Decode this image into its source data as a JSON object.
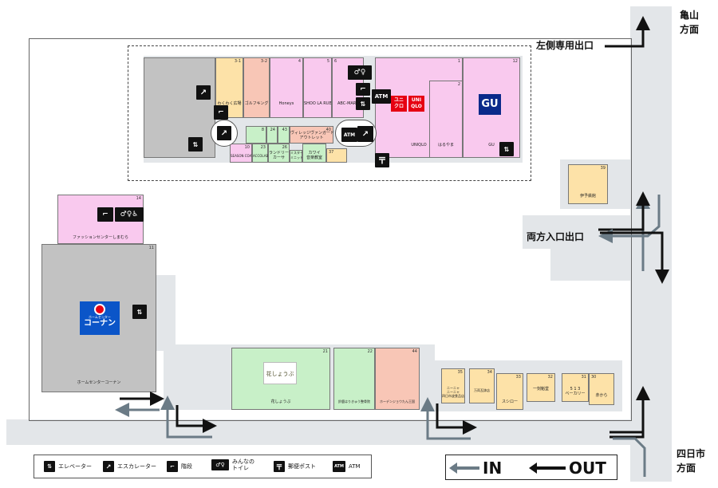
{
  "direction": {
    "top": "亀山\n方面",
    "bottom": "四日市\n方面"
  },
  "exits": {
    "left_only": "左側専用出口",
    "both": "両方入口出口"
  },
  "stores": [
    {
      "num": "3-1",
      "name": "わくわく広場"
    },
    {
      "num": "3-2",
      "name": "ゴルフキング"
    },
    {
      "num": "4",
      "name": "Honeys"
    },
    {
      "num": "5",
      "name": "SHOO LA RUE"
    },
    {
      "num": "6",
      "name": "ABC-MART"
    },
    {
      "num": "1",
      "name": "UNIQLO"
    },
    {
      "num": "2",
      "name": "はるやま"
    },
    {
      "num": "12",
      "name": "GU"
    },
    {
      "num": "8",
      "name": ""
    },
    {
      "num": "24",
      "name": ""
    },
    {
      "num": "43",
      "name": ""
    },
    {
      "num": "40",
      "name": "ヴィレッジヴァンガード\nアウトレット"
    },
    {
      "num": "10",
      "name": "SEASON COAT"
    },
    {
      "num": "23",
      "name": "ACCOLAB"
    },
    {
      "num": "26",
      "name": "ランドリー\nカーサ"
    },
    {
      "num": "",
      "name": "ミスター\nミニット"
    },
    {
      "num": "",
      "name": "カワイ\n音楽教室"
    },
    {
      "num": "37",
      "name": ""
    },
    {
      "num": "14",
      "name": "ファッションセンターしまむら"
    },
    {
      "num": "11",
      "name": "ホームセンターコーナン"
    },
    {
      "num": "21",
      "name": "花しょうぶ"
    },
    {
      "num": "22",
      "name": "鈴鹿はりきゅう整骨院"
    },
    {
      "num": "44",
      "name": "ホーデンジョウたん王国"
    },
    {
      "num": "39",
      "name": "伊予鉄館"
    },
    {
      "num": "35",
      "name": "ニーニャ\nニーニャ\n四日市波食品店"
    },
    {
      "num": "34",
      "name": "万両瓦鉢店"
    },
    {
      "num": "33",
      "name": "スシロー"
    },
    {
      "num": "32",
      "name": "一刻魁堂"
    },
    {
      "num": "31",
      "name": "5 1 3\nベーカリー"
    },
    {
      "num": "30",
      "name": "赤から"
    }
  ],
  "logos": {
    "uniqlo": [
      "ユニ",
      "UNI",
      "クロ",
      "QLO"
    ],
    "gu": "GU",
    "kohnan_top": "ホームセンター",
    "kohnan_main": "コーナン",
    "hanashoubu": "花しょうぶ",
    "atm": "ATM"
  },
  "legend": {
    "elevator": "エレベーター",
    "escalator": "エスカレーター",
    "stairs": "階段",
    "toilet": "みんなの\nトイレ",
    "post": "郵便ポスト",
    "atm": "ATM"
  },
  "inout": {
    "in": "IN",
    "out": "OUT"
  }
}
